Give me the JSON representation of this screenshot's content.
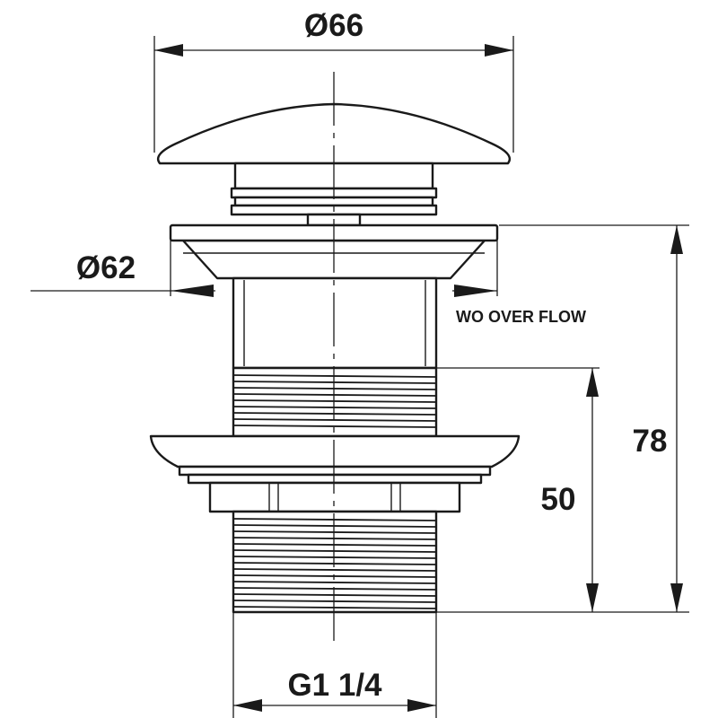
{
  "dimensions": {
    "top_diameter": "Ø66",
    "flange_diameter": "Ø62",
    "total_height": "78",
    "thread_height": "50",
    "thread_size": "G1 1/4"
  },
  "note": "WO OVER FLOW",
  "colors": {
    "line": "#1a1a1a",
    "background": "#ffffff"
  }
}
